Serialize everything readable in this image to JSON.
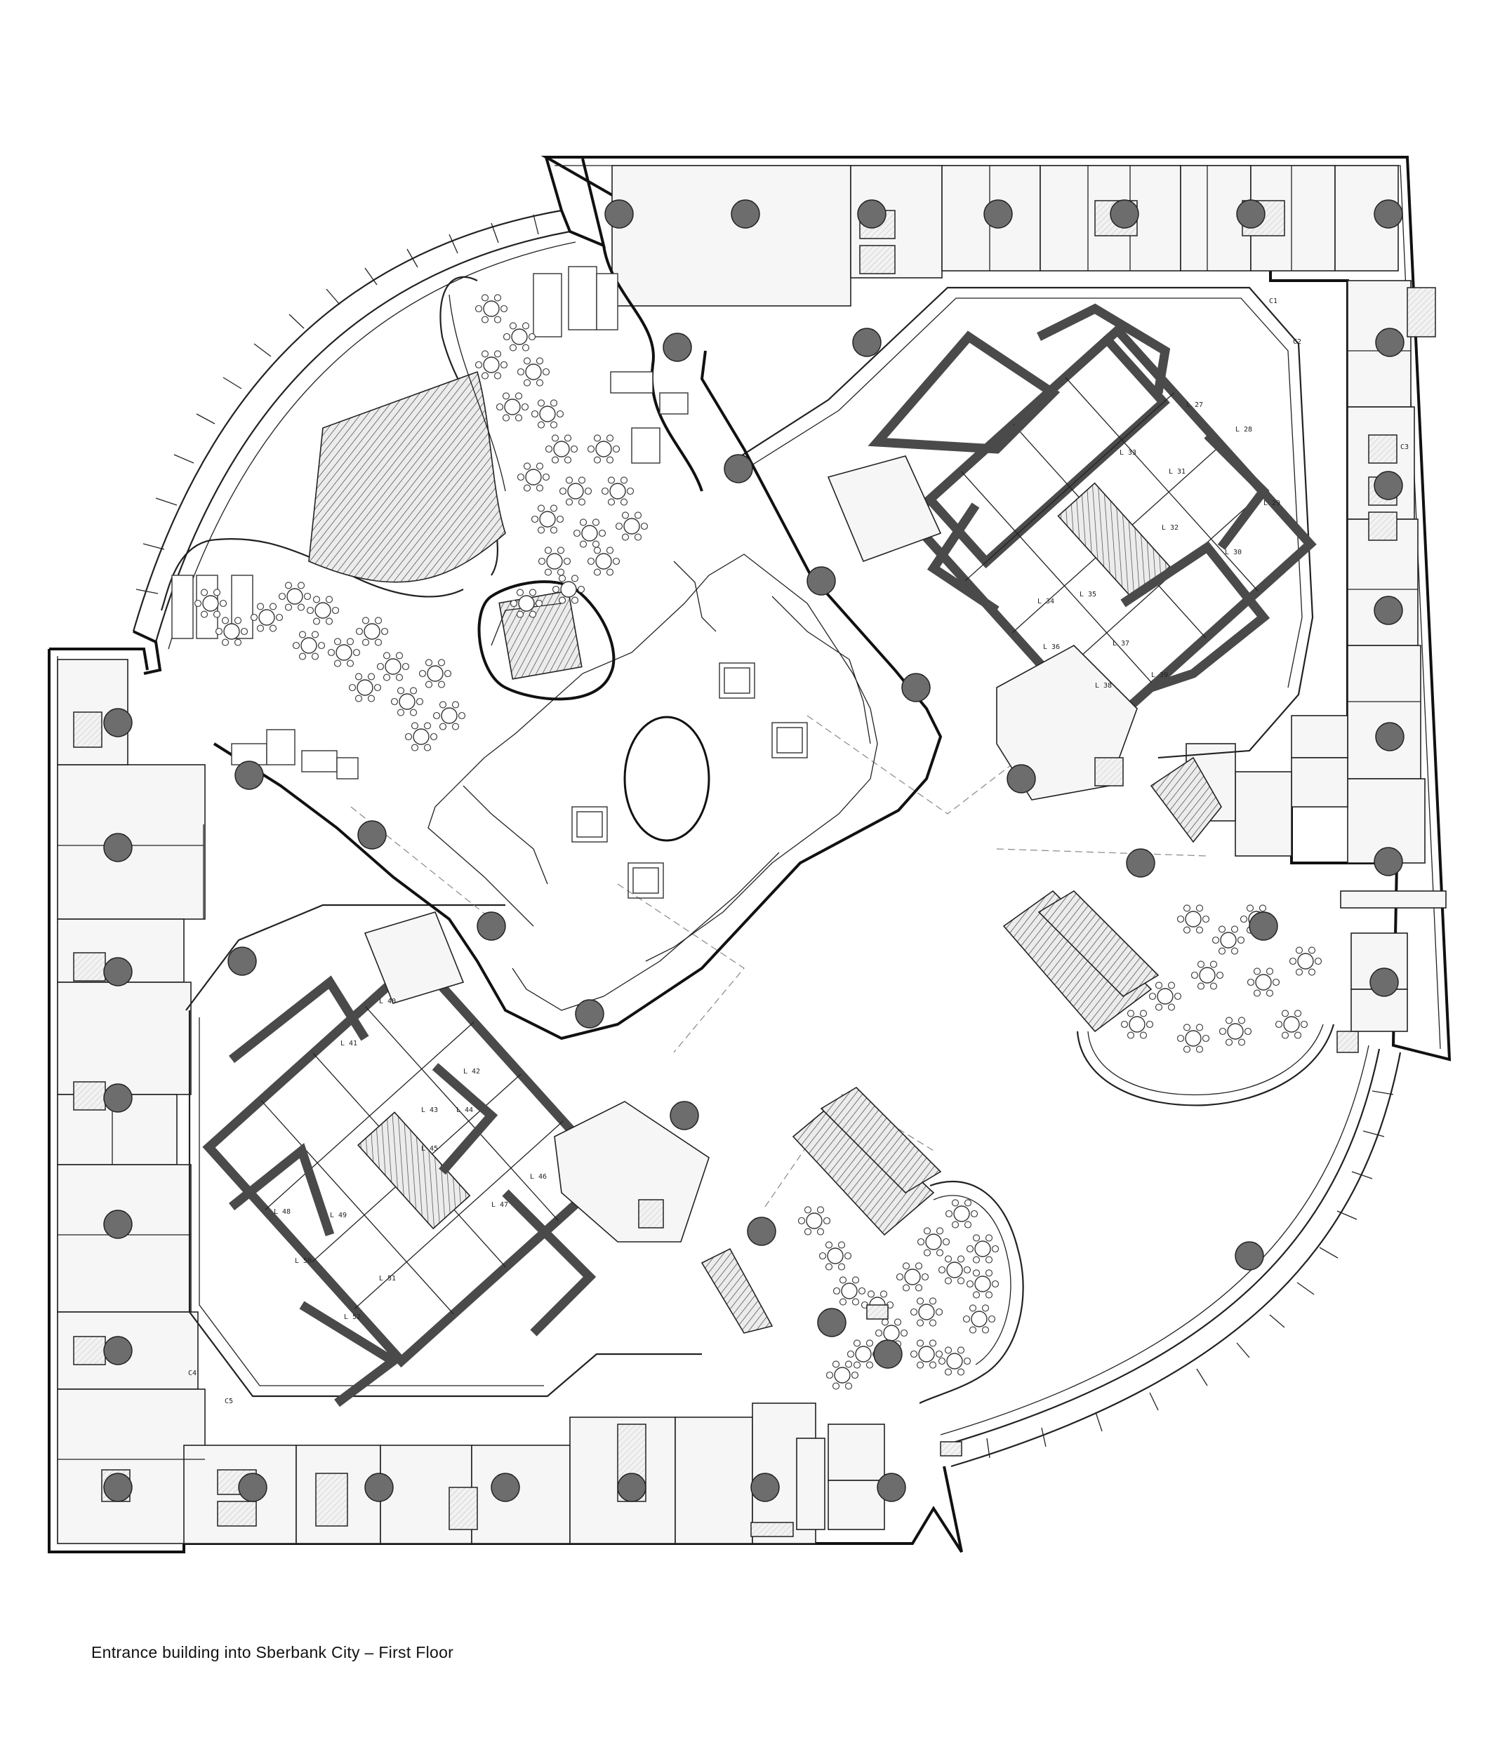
{
  "caption": "Entrance building into Sberbank City –  First Floor",
  "lift_labels": [
    "L 27",
    "L 28",
    "L 29",
    "L 30",
    "L 31",
    "L 32",
    "L 33",
    "L 34",
    "L 35",
    "L 36",
    "L 37",
    "L 38",
    "L 39",
    "L 40",
    "L 41",
    "L 42",
    "L 43",
    "L 44",
    "L 45",
    "L 46",
    "L 47",
    "L 48",
    "L 49",
    "L 50",
    "L 51",
    "L 52"
  ],
  "core_labels": [
    "C1",
    "C2",
    "C3",
    "C4",
    "C5"
  ],
  "colors": {
    "line": "#222222",
    "column": "#6d6d6d",
    "core_wall": "#4a4a4a",
    "background": "#ffffff"
  }
}
